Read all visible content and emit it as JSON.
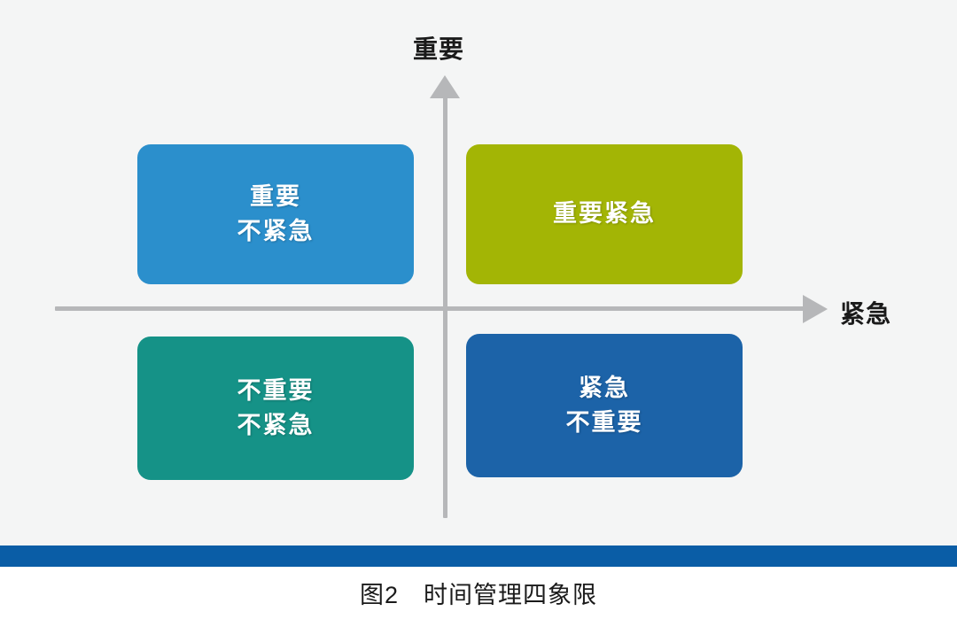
{
  "figure": {
    "caption": "图2　时间管理四象限",
    "background": "#f4f5f5",
    "rule_color": "#0a5da6"
  },
  "axes": {
    "vertical": {
      "label": "重要",
      "icon": "arrow-up-icon",
      "color": "#b6b7b9"
    },
    "horizontal": {
      "label": "紧急",
      "icon": "arrow-right-icon",
      "color": "#b6b7b9"
    }
  },
  "quadrants": [
    {
      "id": "important-not-urgent",
      "position": "top-left",
      "lines": [
        "重要",
        "不紧急"
      ],
      "color": "#2b8fcc"
    },
    {
      "id": "important-urgent",
      "position": "top-right",
      "lines": [
        "重要紧急"
      ],
      "color": "#a3b505"
    },
    {
      "id": "not-important-not-urgent",
      "position": "bottom-left",
      "lines": [
        "不重要",
        "不紧急"
      ],
      "color": "#159287"
    },
    {
      "id": "urgent-not-important",
      "position": "bottom-right",
      "lines": [
        "紧急",
        "不重要"
      ],
      "color": "#1c63a8"
    }
  ]
}
